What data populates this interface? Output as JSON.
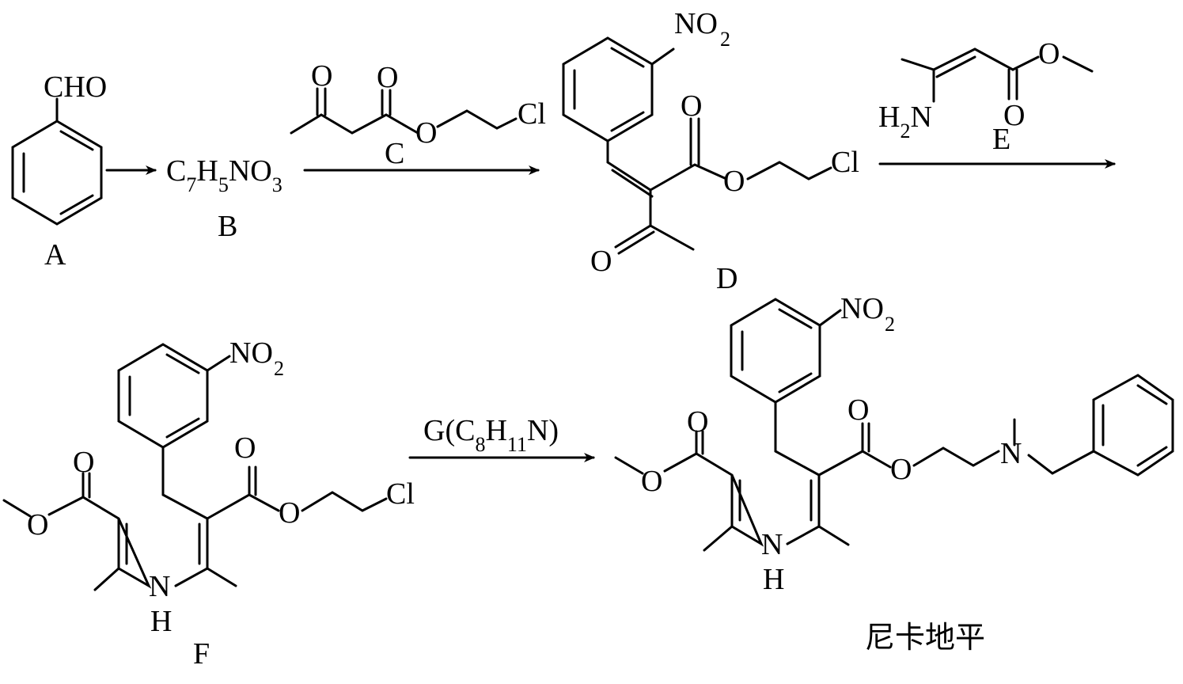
{
  "compounds": {
    "A": {
      "label": "A",
      "group": "CHO"
    },
    "B": {
      "label": "B",
      "formula": [
        "C",
        "7",
        "H",
        "5",
        "NO",
        "3"
      ]
    },
    "C": {
      "label": "C",
      "O1": "O",
      "O2": "O",
      "O3": "O",
      "Cl": "Cl"
    },
    "D": {
      "label": "D",
      "NO": "NO",
      "two": "2",
      "O1": "O",
      "O2": "O",
      "O3": "O",
      "Cl": "Cl"
    },
    "E": {
      "label": "E",
      "H": "H",
      "two": "2",
      "N": "N",
      "O1": "O",
      "O2": "O"
    },
    "F": {
      "label": "F",
      "NO": "NO",
      "two": "2",
      "O1": "O",
      "O2": "O",
      "O3": "O",
      "O4": "O",
      "Cl": "Cl",
      "N": "N",
      "H": "H"
    },
    "product": {
      "name": "尼卡地平",
      "NO": "NO",
      "two": "2",
      "O1": "O",
      "O2": "O",
      "O3": "O",
      "O4": "O",
      "N_amine": "N",
      "N": "N",
      "H": "H"
    }
  },
  "reagent_G": {
    "prefix": "G(C",
    "n1": "8",
    "mid": "H",
    "n2": "11",
    "suffix": "N)"
  }
}
